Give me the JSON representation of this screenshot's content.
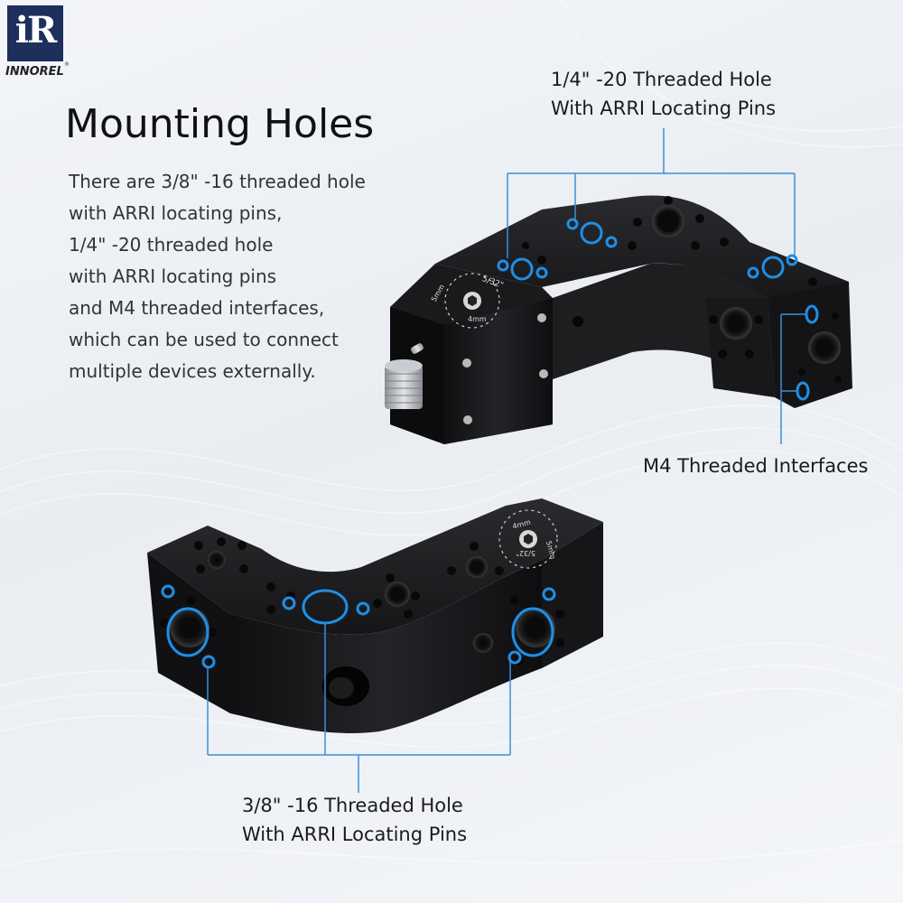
{
  "brand": {
    "logo_mark": "iR",
    "name": "INNOREL",
    "registered": "®"
  },
  "title": "Mounting Holes",
  "description": [
    "There are 3/8\" -16 threaded hole",
    "with ARRI locating pins,",
    "1/4\" -20 threaded hole",
    "with ARRI locating pins",
    "and M4 threaded interfaces,",
    "which can be used to connect",
    "multiple devices externally."
  ],
  "callouts": {
    "quarter_inch": [
      "1/4\" -20 Threaded Hole",
      "With ARRI Locating Pins"
    ],
    "m4": "M4 Threaded Interfaces",
    "three_eighths": [
      "3/8\" -16 Threaded Hole",
      "With ARRI Locating Pins"
    ]
  },
  "engraving": {
    "upper": [
      "5mm",
      "5/32\"",
      "4mm"
    ],
    "lower": [
      "4mm",
      "5mm",
      "5/32\""
    ]
  },
  "colors": {
    "highlight": "#1e8fe6",
    "callout_line": "#3a8fd8",
    "metal": "#1c1c1e",
    "metal_edge": "#3a3a3e",
    "text": "#1b1b1b"
  }
}
